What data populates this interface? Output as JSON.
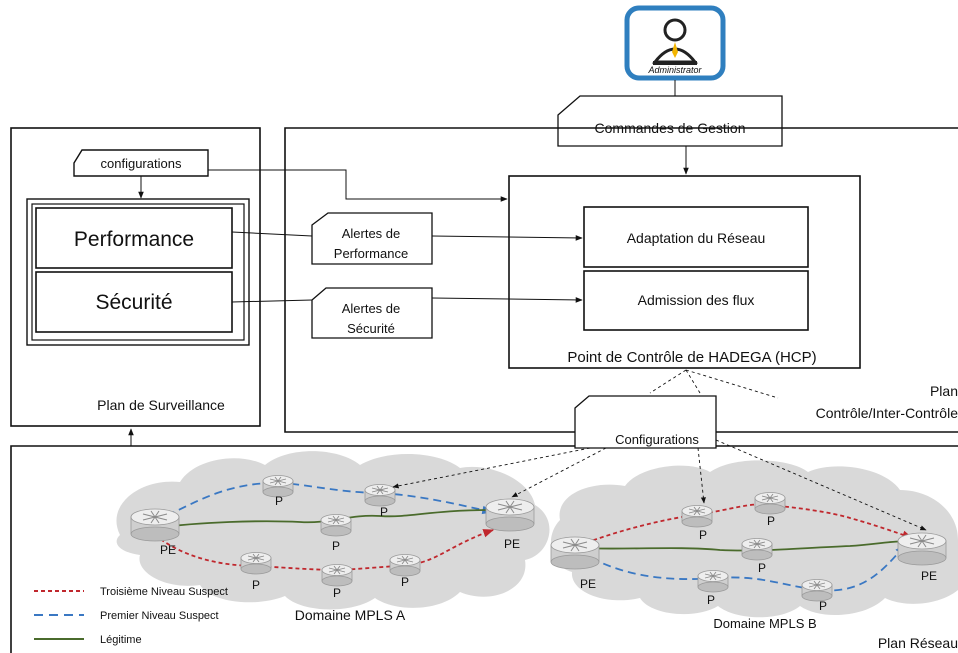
{
  "admin": {
    "caption": "Administrator"
  },
  "commands": {
    "label": "Commandes de Gestion"
  },
  "surveillance": {
    "configurations_label": "configurations",
    "performance_label": "Performance",
    "securite_label": "Sécurité",
    "plan_label": "Plan de Surveillance"
  },
  "alerts": {
    "performance": [
      "Alertes de",
      "Performance"
    ],
    "securite": [
      "Alertes de",
      "Sécurité"
    ]
  },
  "hcp": {
    "adaptation_label": "Adaptation du Réseau",
    "admission_label": "Admission des flux",
    "title": "Point de Contrôle de HADEGA (HCP)"
  },
  "control_plane": {
    "label_line1": "Plan",
    "label_line2": "Contrôle/Inter-Contrôle"
  },
  "network": {
    "configurations_label": "Configurations",
    "plan_label": "Plan Réseau",
    "domain_a_label": "Domaine MPLS A",
    "domain_b_label": "Domaine MPLS B",
    "pe_label": "PE",
    "p_label": "P"
  },
  "legend": {
    "items": [
      {
        "label": "Troisième Niveau Suspect",
        "color": "#c0272d",
        "style": "dotted"
      },
      {
        "label": "Premier Niveau Suspect",
        "color": "#3a78c3",
        "style": "dashed"
      },
      {
        "label": "Légitime",
        "color": "#4a6b2c",
        "style": "solid"
      }
    ]
  },
  "colors": {
    "cloud": "#d9d9d9",
    "router_body": "#d2d2d2",
    "router_top": "#eaeaea"
  }
}
